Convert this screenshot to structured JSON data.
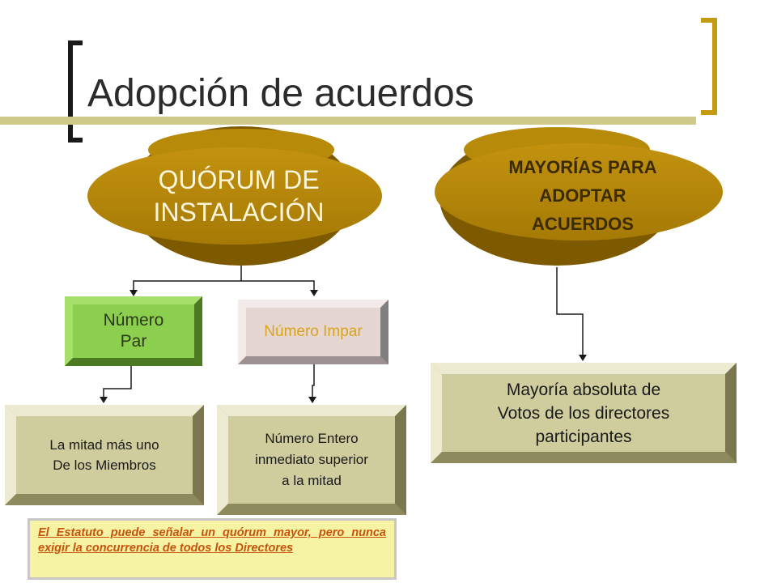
{
  "title": "Adopción de acuerdos",
  "quorum": {
    "line1": "QUÓRUM DE",
    "line2": "INSTALACIÓN"
  },
  "mayorias": {
    "line1": "MAYORÍAS PARA",
    "line2": "ADOPTAR",
    "line3": "ACUERDOS"
  },
  "numero_par": {
    "line1": "Número",
    "line2": "Par"
  },
  "numero_impar": "Número Impar",
  "mitad_mas_uno": {
    "line1": "La mitad más uno",
    "line2": "De los Miembros"
  },
  "numero_entero": {
    "line1": "Número Entero",
    "line2": "inmediato superior",
    "line3": "a la mitad"
  },
  "mayoria_absoluta": {
    "line1": "Mayoría absoluta de",
    "line2": "Votos de los directores",
    "line3": "participantes"
  },
  "note": "El Estatuto puede señalar un quórum mayor, pero nunca exigir la concurrencia de todos los Directores",
  "colors": {
    "oval_dark": "#8a6400",
    "oval_light": "#b8860b",
    "green_box": "#8ccf4e",
    "pink_box": "#e6d6d2",
    "olive_box": "#cfcc9e",
    "bracket_gold": "#c49a10",
    "note_bg": "#f6f3a4",
    "note_text": "#c8520c"
  }
}
